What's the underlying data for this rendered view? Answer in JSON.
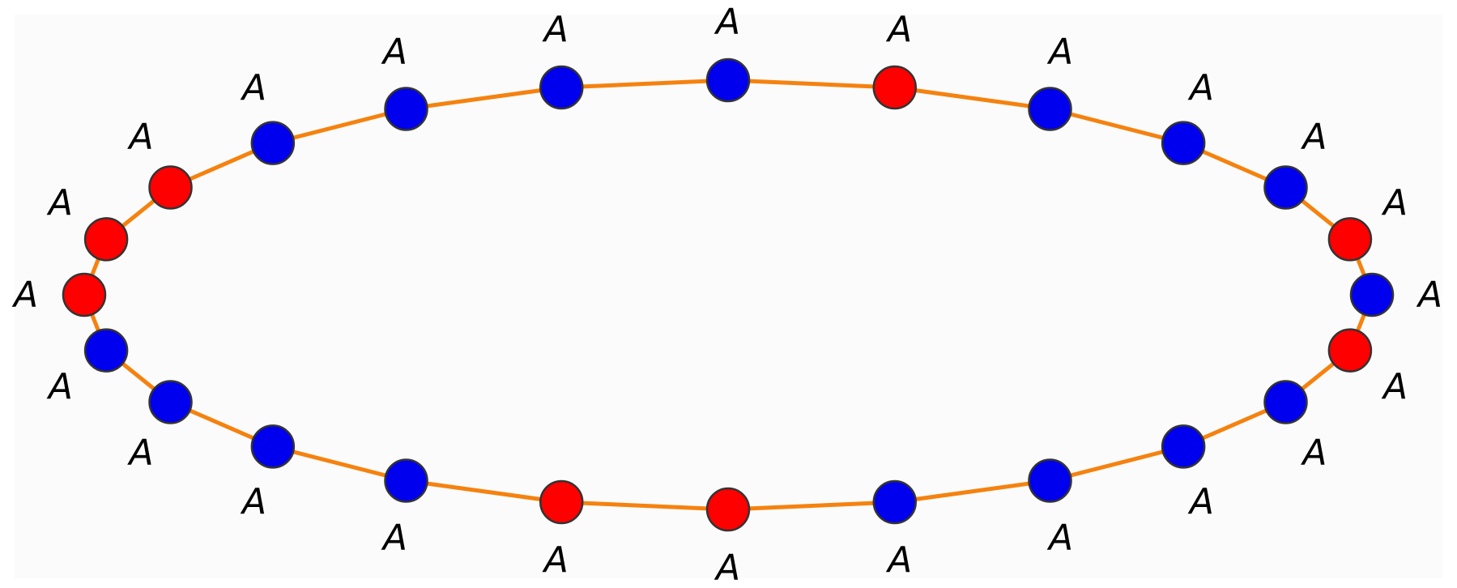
{
  "diagram": {
    "type": "cycle-graph",
    "colors": {
      "background": "#fbfbfb",
      "edge": "#f5820f",
      "red_node": "#ff0000",
      "blue_node": "#0000ee"
    },
    "nodes": [
      {
        "label": "A",
        "color": "red"
      },
      {
        "label": "A",
        "color": "red"
      },
      {
        "label": "A",
        "color": "red"
      },
      {
        "label": "A",
        "color": "blue"
      },
      {
        "label": "A",
        "color": "blue"
      },
      {
        "label": "A",
        "color": "blue"
      },
      {
        "label": "A",
        "color": "blue"
      },
      {
        "label": "A",
        "color": "red"
      },
      {
        "label": "A",
        "color": "blue"
      },
      {
        "label": "A",
        "color": "blue"
      },
      {
        "label": "A",
        "color": "blue"
      },
      {
        "label": "A",
        "color": "red"
      },
      {
        "label": "A",
        "color": "blue"
      },
      {
        "label": "A",
        "color": "red"
      },
      {
        "label": "A",
        "color": "blue"
      },
      {
        "label": "A",
        "color": "blue"
      },
      {
        "label": "A",
        "color": "blue"
      },
      {
        "label": "A",
        "color": "blue"
      },
      {
        "label": "A",
        "color": "red"
      },
      {
        "label": "A",
        "color": "red"
      },
      {
        "label": "A",
        "color": "blue"
      },
      {
        "label": "A",
        "color": "blue"
      },
      {
        "label": "A",
        "color": "blue"
      },
      {
        "label": "A",
        "color": "blue"
      }
    ]
  }
}
